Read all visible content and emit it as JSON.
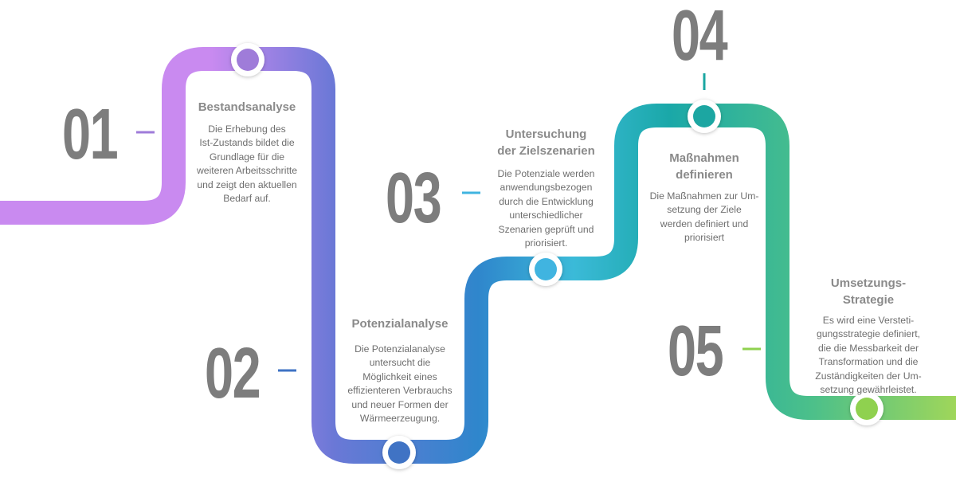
{
  "steps": [
    {
      "number": "01",
      "title": [
        "Bestandsanalyse"
      ],
      "desc": [
        "Die Erhebung des",
        "Ist-Zustands bildet die",
        "Grundlage für die",
        "weiteren Arbeitsschritte",
        "und zeigt den aktuellen",
        "Bedarf auf."
      ],
      "color": "#9f7bd9"
    },
    {
      "number": "02",
      "title": [
        "Potenzialanalyse"
      ],
      "desc": [
        "Die Potenzialanalyse",
        "untersucht die",
        "Möglichkeit eines",
        "effizienteren Verbrauchs",
        "und neuer Formen der",
        "Wärmeerzeugung."
      ],
      "color": "#3f73c4"
    },
    {
      "number": "03",
      "title": [
        "Untersuchung",
        "der Zielszenarien"
      ],
      "desc": [
        "Die Potenziale werden",
        "anwendungsbezogen",
        "durch die Entwicklung",
        "unterschiedlicher",
        "Szenarien geprüft und",
        "priorisiert."
      ],
      "color": "#40b4e0"
    },
    {
      "number": "04",
      "title": [
        "Maßnahmen",
        "definieren"
      ],
      "desc": [
        "Die Maßnahmen zur Um-",
        "setzung der Ziele",
        "werden definiert und",
        "priorisiert"
      ],
      "color": "#1aa6a2"
    },
    {
      "number": "05",
      "title": [
        "Umsetzungs-",
        "Strategie"
      ],
      "desc": [
        "Es wird eine Versteti-",
        "gungsstrategie definiert,",
        "die die Messbarkeit der",
        "Transformation und die",
        "Zuständigkeiten der Um-",
        "setzung gewährleistet."
      ],
      "color": "#8fd14f"
    }
  ],
  "colors": {
    "path_start": "#c98af0",
    "path_mid1": "#6a78d6",
    "path_mid2": "#2f86cc",
    "path_mid3": "#3bbad8",
    "path_mid4": "#1aa8a8",
    "path_mid5": "#4cc08a",
    "path_end": "#9fd65a",
    "number": "#7d7d7d",
    "text": "#6e6e6e"
  }
}
